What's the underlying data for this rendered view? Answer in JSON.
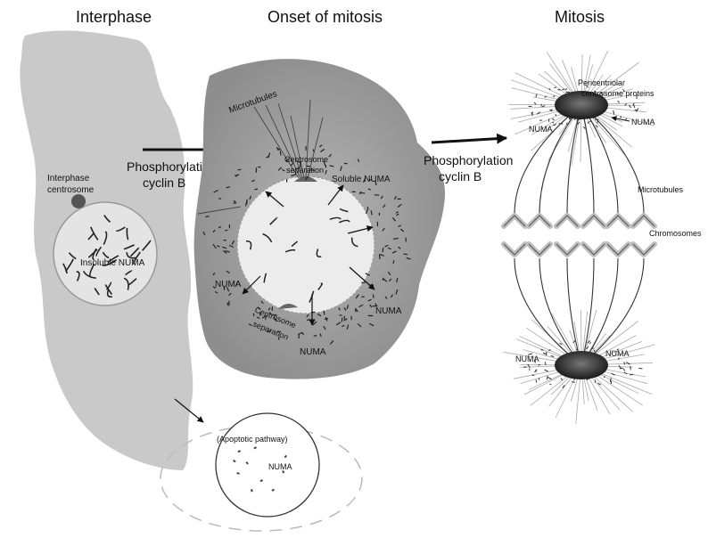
{
  "titles": {
    "interphase": "Interphase",
    "onset": "Onset of mitosis",
    "mitosis": "Mitosis"
  },
  "arrows": {
    "first": {
      "line1": "Phosphorylation",
      "line2": "cyclin B"
    },
    "second": {
      "line1": "Phosphorylation",
      "line2": "cyclin B"
    }
  },
  "interphase_cell": {
    "centrosome_line1": "Interphase",
    "centrosome_line2": "centrosome",
    "nucleus_label": "Insoluble NUMA"
  },
  "onset_cell": {
    "microtubules": "Microtubules",
    "centrosome_top_line1": "Centrosome",
    "centrosome_top_line2": "separation",
    "soluble_numa": "Soluble NUMA",
    "numa_left": "NUMA",
    "numa_right": "NUMA",
    "numa_bottom": "NUMA",
    "centrosome_bottom_line1": "Centrosome",
    "centrosome_bottom_line2": "separation"
  },
  "mitosis_cell": {
    "pericentriolar_line1": "Pericentriolar",
    "pericentriolar_line2": "centrosome proteins",
    "numa_top_left": "NUMA",
    "numa_top_right": "NUMA",
    "microtubules": "Microtubules",
    "chromosomes": "Chromosomes",
    "numa_bottom_left": "NUMA",
    "numa_bottom_right": "NUMA"
  },
  "apoptosis": {
    "pathway": "(Apoptotic pathway)",
    "numa": "NUMA"
  },
  "colors": {
    "interphase_cell": "#c9c9c9",
    "onset_cell": "#a2a2a2",
    "nucleus": "#e4e4e4",
    "centrosome": "#555555"
  }
}
